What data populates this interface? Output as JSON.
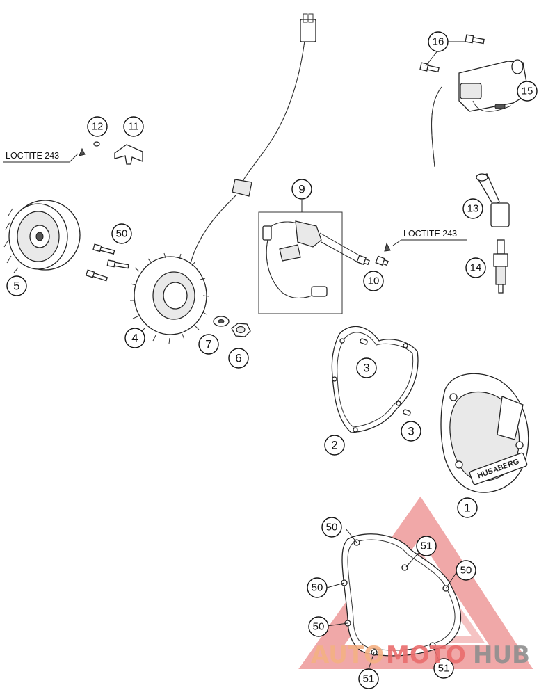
{
  "loctite_labels": [
    "LOCTITE 243",
    "LOCTITE 243"
  ],
  "callouts": {
    "c1": "1",
    "c2": "2",
    "c3a": "3",
    "c3b": "3",
    "c4": "4",
    "c5": "5",
    "c6": "6",
    "c7": "7",
    "c9": "9",
    "c10": "10",
    "c11": "11",
    "c12": "12",
    "c13": "13",
    "c14": "14",
    "c15": "15",
    "c16": "16",
    "c50a": "50",
    "c50b": "50",
    "c50c": "50",
    "c50d": "50",
    "c50e": "50",
    "c51a": "51",
    "c51b": "51",
    "c51c": "51"
  },
  "watermark": {
    "part1": "AUTO",
    "part2": "MOTO",
    "part3": "HUB",
    "color_orange": "#f4b183",
    "color_red": "#ea6d6d",
    "color_gray": "#8f8f8f"
  },
  "cover_logo": "HUSABERG"
}
